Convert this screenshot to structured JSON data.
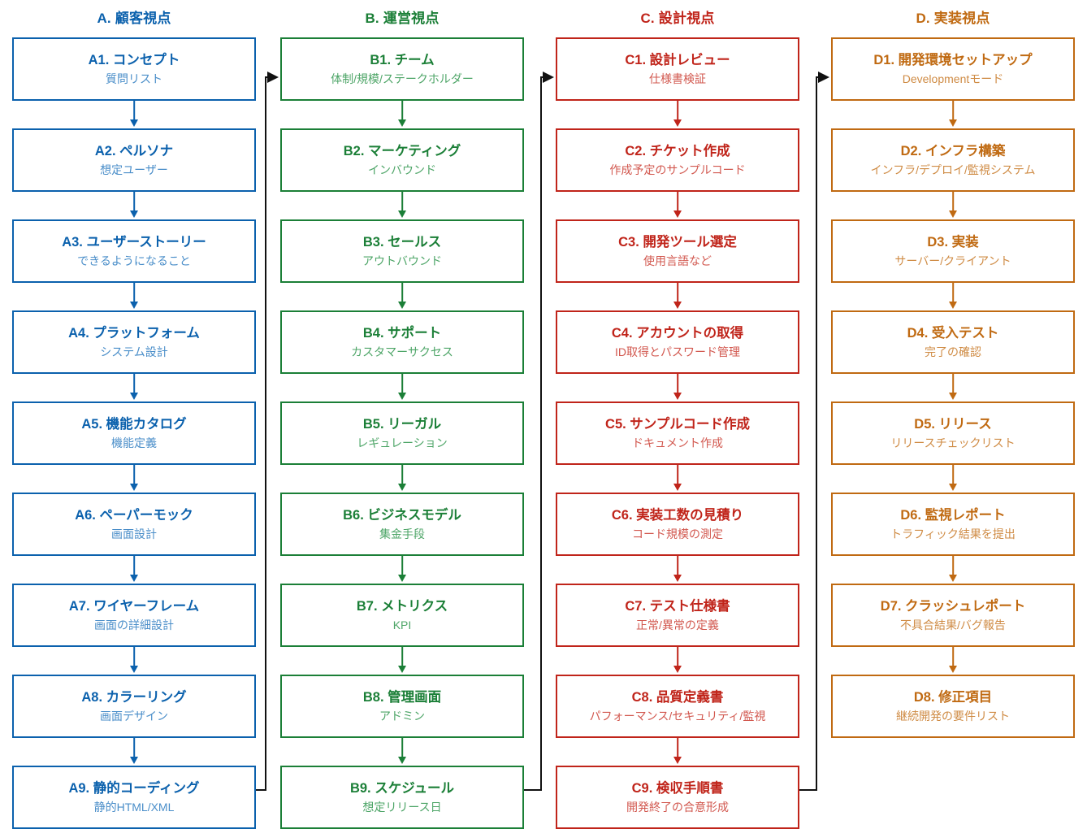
{
  "diagram": {
    "title_note": "4-column development process flowchart",
    "colors": {
      "blue": "#0b61ad",
      "green": "#1b7f37",
      "red": "#c0241a",
      "orange": "#c06a12",
      "connector": "#111111"
    }
  },
  "columns": [
    {
      "key": "A",
      "header": "A. 顧客視点",
      "color": "#0b61ad",
      "nodes": [
        {
          "title": "A1. コンセプト",
          "sub": "質問リスト"
        },
        {
          "title": "A2. ペルソナ",
          "sub": "想定ユーザー"
        },
        {
          "title": "A3. ユーザーストーリー",
          "sub": "できるようになること"
        },
        {
          "title": "A4. プラットフォーム",
          "sub": "システム設計"
        },
        {
          "title": "A5. 機能カタログ",
          "sub": "機能定義"
        },
        {
          "title": "A6. ペーパーモック",
          "sub": "画面設計"
        },
        {
          "title": "A7. ワイヤーフレーム",
          "sub": "画面の詳細設計"
        },
        {
          "title": "A8. カラーリング",
          "sub": "画面デザイン"
        },
        {
          "title": "A9. 静的コーディング",
          "sub": "静的HTML/XML"
        }
      ]
    },
    {
      "key": "B",
      "header": "B. 運営視点",
      "color": "#1b7f37",
      "nodes": [
        {
          "title": "B1. チーム",
          "sub": "体制/規模/ステークホルダー"
        },
        {
          "title": "B2. マーケティング",
          "sub": "インバウンド"
        },
        {
          "title": "B3. セールス",
          "sub": "アウトバウンド"
        },
        {
          "title": "B4. サポート",
          "sub": "カスタマーサクセス"
        },
        {
          "title": "B5. リーガル",
          "sub": "レギュレーション"
        },
        {
          "title": "B6. ビジネスモデル",
          "sub": "集金手段"
        },
        {
          "title": "B7. メトリクス",
          "sub": "KPI"
        },
        {
          "title": "B8. 管理画面",
          "sub": "アドミン"
        },
        {
          "title": "B9. スケジュール",
          "sub": "想定リリース日"
        }
      ]
    },
    {
      "key": "C",
      "header": "C. 設計視点",
      "color": "#c0241a",
      "nodes": [
        {
          "title": "C1. 設計レビュー",
          "sub": "仕様書検証"
        },
        {
          "title": "C2. チケット作成",
          "sub": "作成予定のサンプルコード"
        },
        {
          "title": "C3. 開発ツール選定",
          "sub": "使用言語など"
        },
        {
          "title": "C4. アカウントの取得",
          "sub": "ID取得とパスワード管理"
        },
        {
          "title": "C5. サンプルコード作成",
          "sub": "ドキュメント作成"
        },
        {
          "title": "C6. 実装工数の見積り",
          "sub": "コード規模の測定"
        },
        {
          "title": "C7. テスト仕様書",
          "sub": "正常/異常の定義"
        },
        {
          "title": "C8. 品質定義書",
          "sub": "パフォーマンス/セキュリティ/監視"
        },
        {
          "title": "C9. 検収手順書",
          "sub": "開発終了の合意形成"
        }
      ]
    },
    {
      "key": "D",
      "header": "D. 実装視点",
      "color": "#c06a12",
      "nodes": [
        {
          "title": "D1. 開発環境セットアップ",
          "sub": "Developmentモード"
        },
        {
          "title": "D2. インフラ構築",
          "sub": "インフラ/デプロイ/監視システム"
        },
        {
          "title": "D3. 実装",
          "sub": "サーバー/クライアント"
        },
        {
          "title": "D4. 受入テスト",
          "sub": "完了の確認"
        },
        {
          "title": "D5. リリース",
          "sub": "リリースチェックリスト"
        },
        {
          "title": "D6. 監視レポート",
          "sub": "トラフィック結果を提出"
        },
        {
          "title": "D7. クラッシュレポート",
          "sub": "不具合結果/バグ報告"
        },
        {
          "title": "D8. 修正項目",
          "sub": "継続開発の要件リスト"
        }
      ]
    }
  ],
  "connectors": [
    {
      "name": "a9-to-b1",
      "from": "A9",
      "to": "B1"
    },
    {
      "name": "b9-to-c1",
      "from": "B9",
      "to": "C1"
    },
    {
      "name": "c9-to-d1",
      "from": "C9",
      "to": "D1"
    }
  ]
}
